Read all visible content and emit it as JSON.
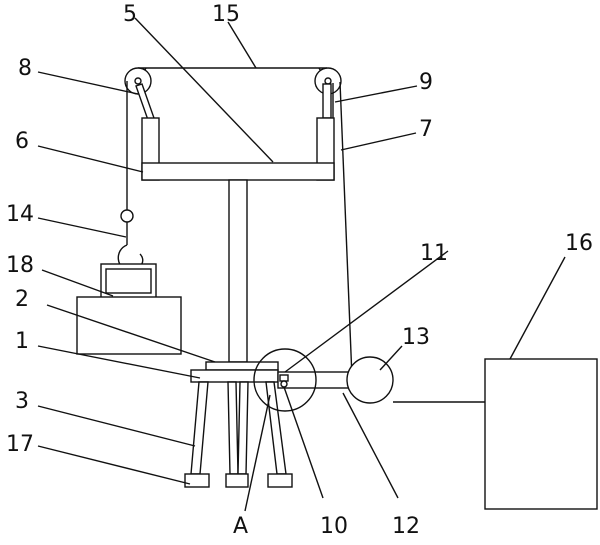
{
  "labels": {
    "l1": "1",
    "l2": "2",
    "l3": "3",
    "l5": "5",
    "l6": "6",
    "l7": "7",
    "l8": "8",
    "l9": "9",
    "l10": "10",
    "l11": "11",
    "l12": "12",
    "l13": "13",
    "l14": "14",
    "l15": "15",
    "l16": "16",
    "l17": "17",
    "l18": "18",
    "lA": "A"
  }
}
